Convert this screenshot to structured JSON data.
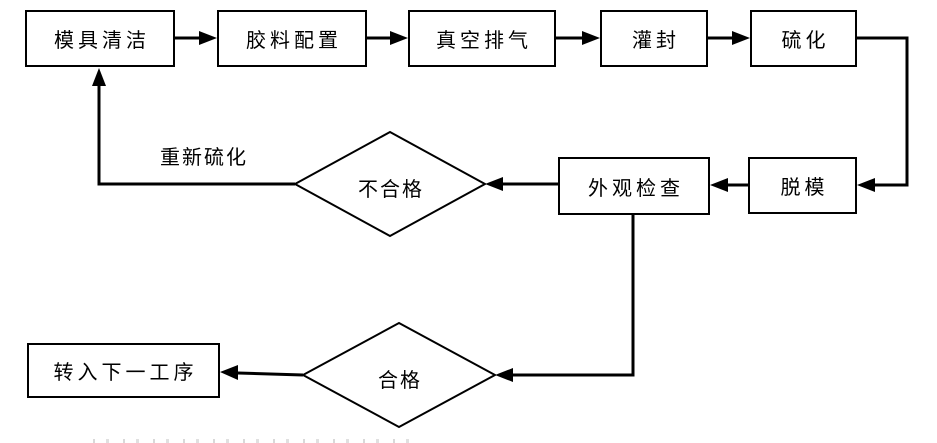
{
  "diagram": {
    "type": "flowchart",
    "colors": {
      "stroke": "#000000",
      "node_fill": "#ffffff",
      "background": "#ffffff",
      "text": "#000000"
    },
    "nodes": [
      {
        "id": "mold-cleaning",
        "label": "模具清洁",
        "shape": "rect"
      },
      {
        "id": "compound-preparation",
        "label": "胶料配置",
        "shape": "rect"
      },
      {
        "id": "vacuum-degassing",
        "label": "真空排气",
        "shape": "rect"
      },
      {
        "id": "potting",
        "label": "灌封",
        "shape": "rect"
      },
      {
        "id": "curing",
        "label": "硫化",
        "shape": "rect"
      },
      {
        "id": "demolding",
        "label": "脱模",
        "shape": "rect"
      },
      {
        "id": "visual-inspection",
        "label": "外观检查",
        "shape": "rect"
      },
      {
        "id": "unqualified",
        "label": "不合格",
        "shape": "diamond"
      },
      {
        "id": "qualified",
        "label": "合格",
        "shape": "diamond"
      },
      {
        "id": "next-process",
        "label": "转入下一工序",
        "shape": "rect"
      }
    ],
    "edges": [
      {
        "from": "mold-cleaning",
        "to": "compound-preparation",
        "label": ""
      },
      {
        "from": "compound-preparation",
        "to": "vacuum-degassing",
        "label": ""
      },
      {
        "from": "vacuum-degassing",
        "to": "potting",
        "label": ""
      },
      {
        "from": "potting",
        "to": "curing",
        "label": ""
      },
      {
        "from": "curing",
        "to": "demolding",
        "label": ""
      },
      {
        "from": "demolding",
        "to": "visual-inspection",
        "label": ""
      },
      {
        "from": "visual-inspection",
        "to": "unqualified",
        "label": ""
      },
      {
        "from": "unqualified",
        "to": "mold-cleaning",
        "label": "重新硫化"
      },
      {
        "from": "visual-inspection",
        "to": "qualified",
        "label": ""
      },
      {
        "from": "qualified",
        "to": "next-process",
        "label": ""
      }
    ]
  }
}
